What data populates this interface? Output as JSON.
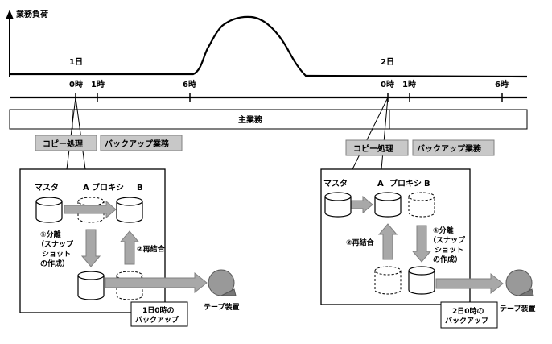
{
  "chart": {
    "ylabel": "業務負荷",
    "days": [
      {
        "label": "1日",
        "ticks": [
          "0時",
          "1時",
          "6時"
        ]
      },
      {
        "label": "2日",
        "ticks": [
          "0時",
          "1時",
          "6時"
        ]
      }
    ],
    "main_work": "主業務"
  },
  "left_panel": {
    "tag_copy": "コピー処理",
    "tag_backup": "バックアップ業務",
    "master": "マスタ",
    "proxy_a": "A",
    "proxy": "プロキシ",
    "proxy_b": "B",
    "split_1": "①分離",
    "split_2": "（スナップ",
    "split_3": "ショット",
    "split_4": "の作成）",
    "rejoin": "②再結合",
    "backup_1": "1日0時の",
    "backup_2": "バックアップ",
    "tape": "テープ装置"
  },
  "right_panel": {
    "tag_copy": "コピー処理",
    "tag_backup": "バックアップ業務",
    "master": "マスタ",
    "proxy_a": "A",
    "proxy": "プロキシ",
    "proxy_b": "B",
    "split_1": "①分離",
    "split_2": "（スナップ",
    "split_3": "ショット",
    "split_4": "の作成）",
    "rejoin": "②再結合",
    "backup_1": "2日0時の",
    "backup_2": "バックアップ",
    "tape": "テープ装置"
  }
}
